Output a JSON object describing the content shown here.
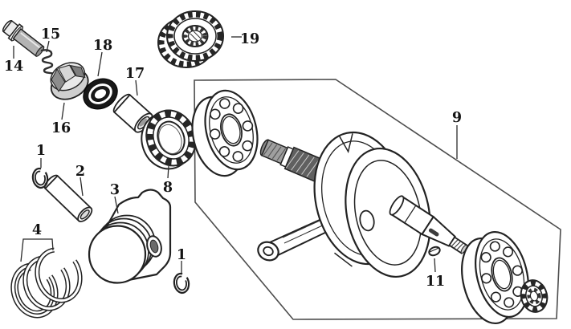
{
  "diagram": {
    "kind": "exploded-parts-diagram",
    "background_color": "#ffffff",
    "line_color": "#222222",
    "callouts": {
      "c14": "14",
      "c15": "15",
      "c16": "16",
      "c18": "18",
      "c17": "17",
      "c19": "19",
      "c9": "9",
      "c8": "8",
      "c1a": "1",
      "c2": "2",
      "c3": "3",
      "c4": "4",
      "c1b": "1",
      "c11": "11"
    }
  }
}
